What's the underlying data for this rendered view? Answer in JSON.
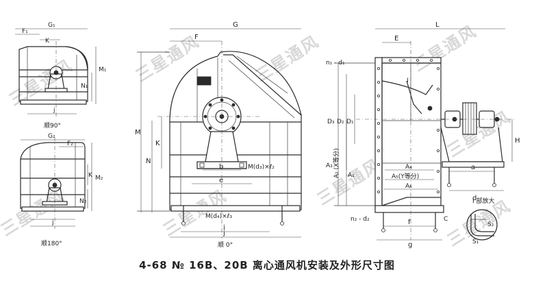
{
  "title": "4-68 № 16B、20B 离心通风机安装及外形尺寸图",
  "watermark": "三星通风",
  "views": {
    "rot90": {
      "caption": "顺90°",
      "dims": {
        "F1": "F₁",
        "G1": "G₁",
        "K": "K",
        "M1": "M₁",
        "N1": "N₁",
        "j": "j"
      }
    },
    "rot180": {
      "caption": "顺180°",
      "dims": {
        "G2": "G₂",
        "F2": "F₂",
        "K": "K",
        "M2": "M₂",
        "N2": "N₂",
        "j": "j"
      }
    },
    "rot0": {
      "caption": "顺 0°",
      "dims": {
        "G": "G",
        "F": "F",
        "M": "M",
        "N": "N",
        "K": "K",
        "b": "b",
        "e": "e",
        "i": "i",
        "j": "j",
        "bolt_a": "M(d₃)×ℓ₂",
        "bolt_b": "M(d₄)×ℓ₃"
      }
    },
    "side": {
      "dims": {
        "L": "L",
        "E": "E",
        "n1d1": "n₁ - d₁",
        "n2d2": "n₂ - d₂",
        "D3": "D₃",
        "D2": "D₂",
        "D1": "D₁",
        "A3": "A₃",
        "A2": "A₂ (X等分)",
        "A1": "A₁",
        "A4": "A₄",
        "A5": "A₅(Y等分)",
        "A6": "A₆",
        "a": "a",
        "d": "d",
        "f": "f",
        "g": "g",
        "c": "C",
        "H": "H",
        "I": "I"
      },
      "detail_caption": "I 部放大",
      "detail": {
        "S1": "S₁",
        "S2": "S₂"
      }
    }
  }
}
